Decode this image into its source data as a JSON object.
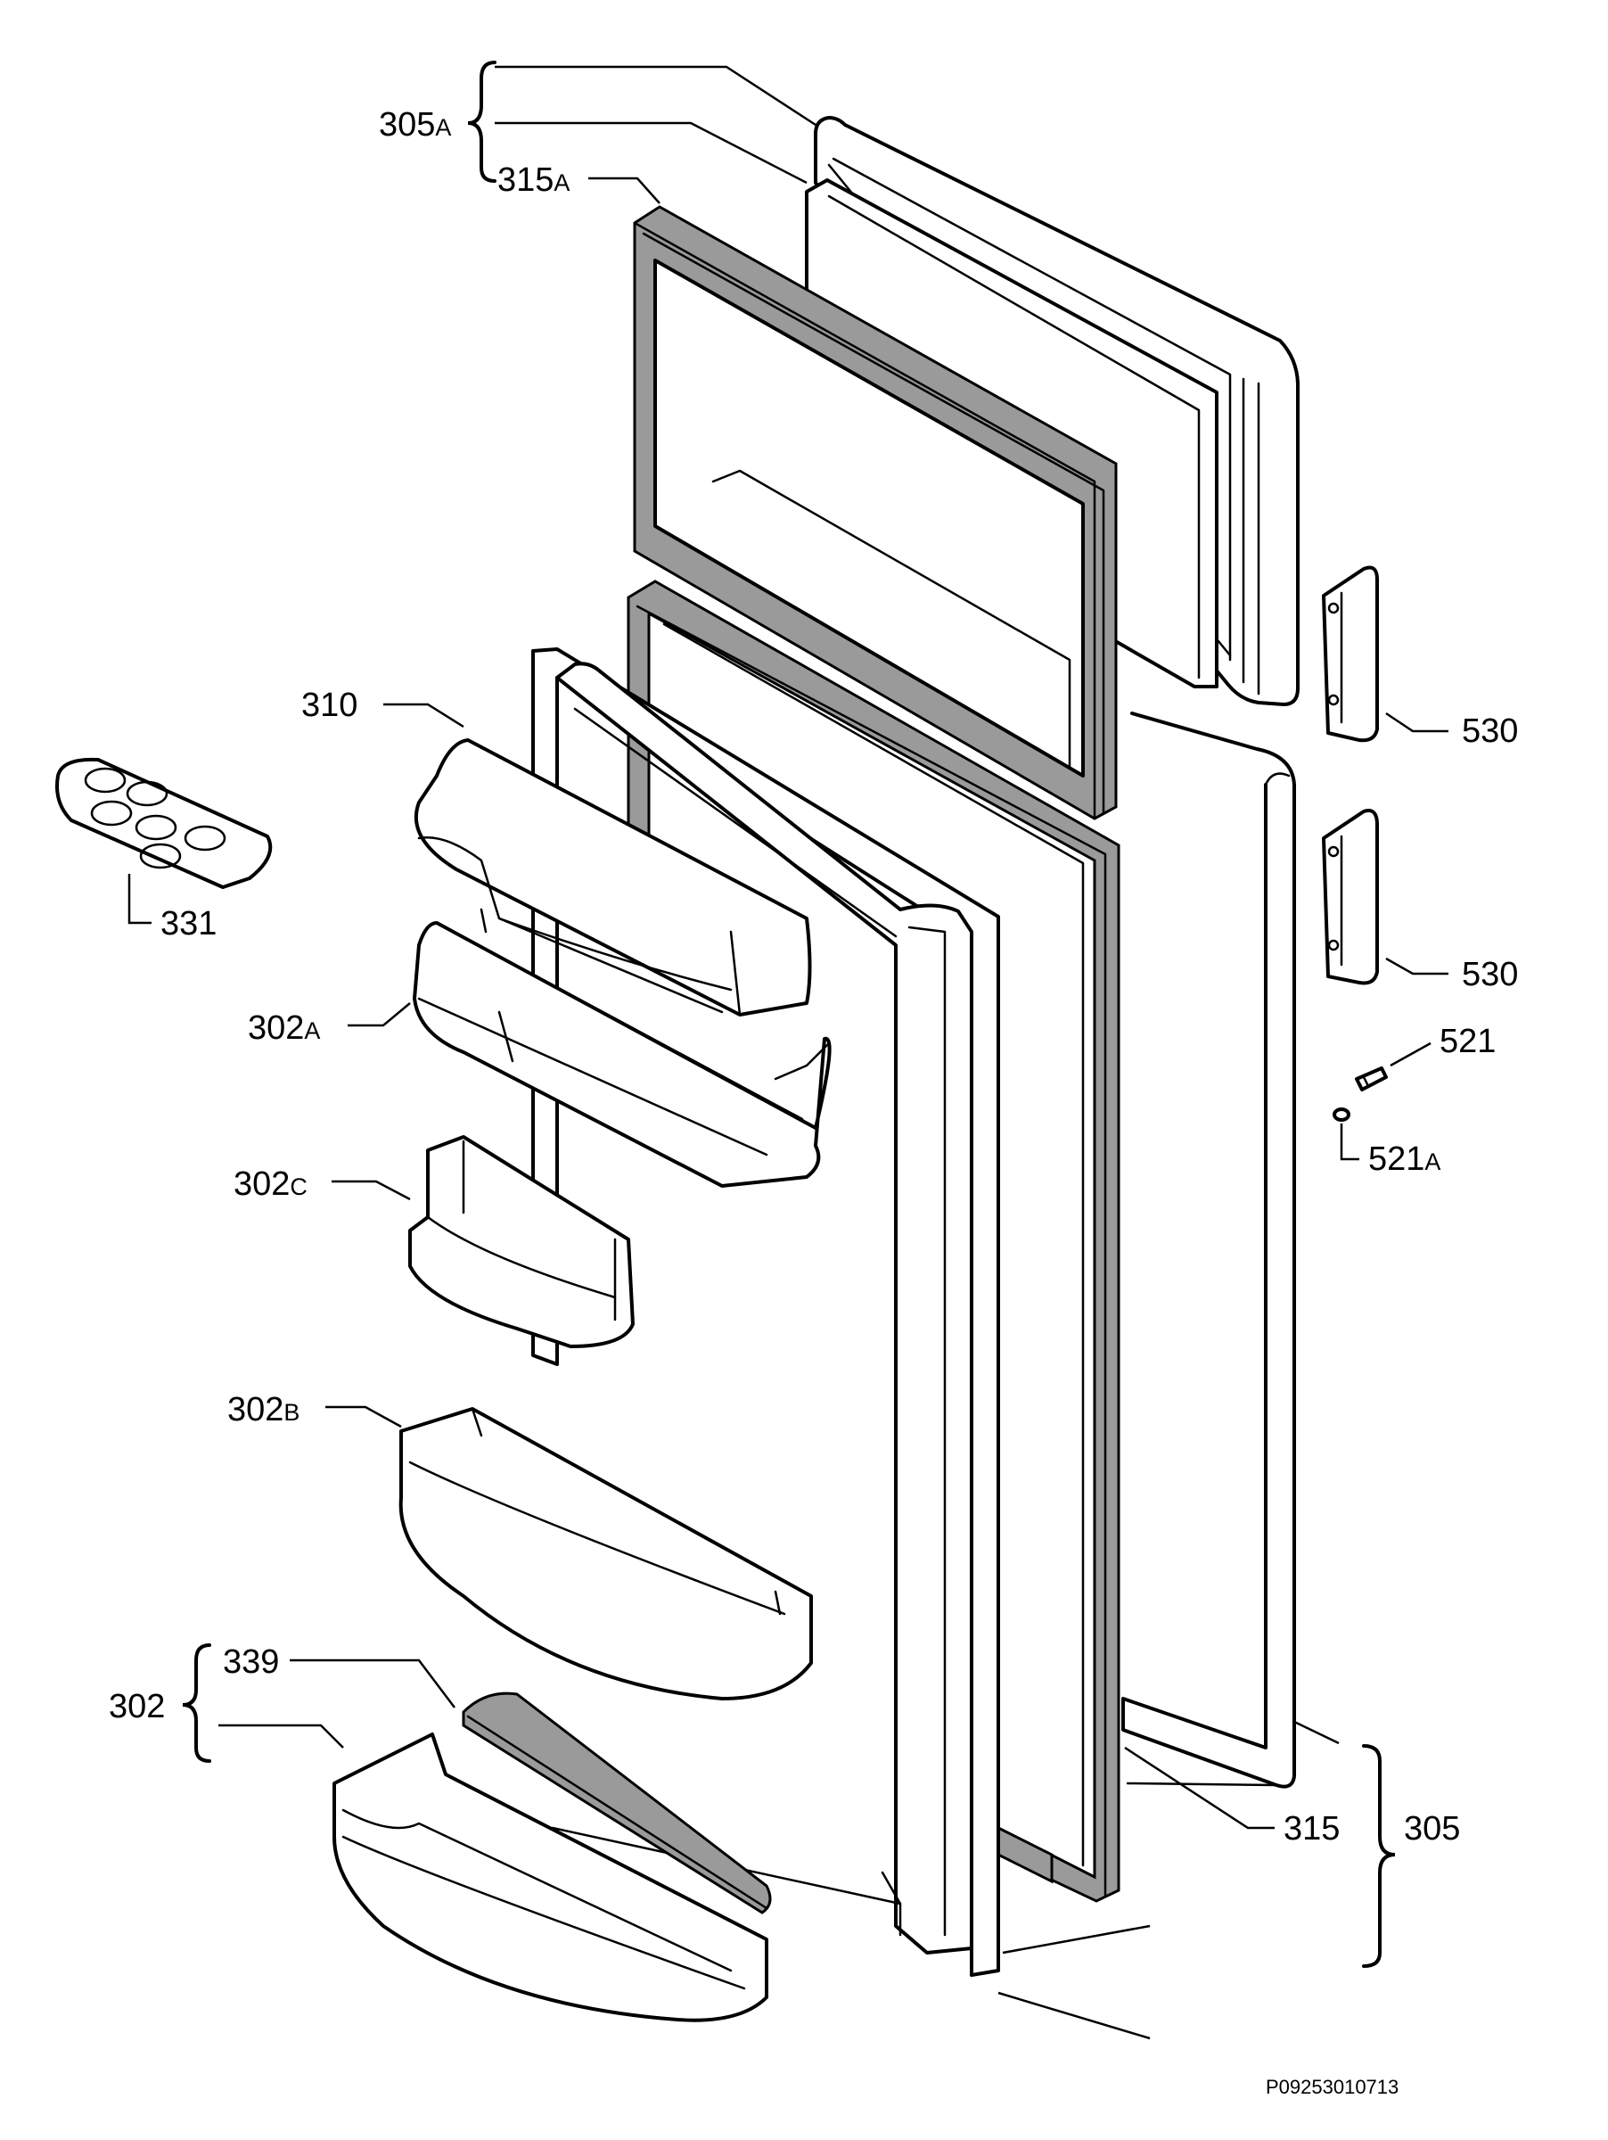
{
  "labels": {
    "l305a": {
      "num": "305",
      "suffix": "A"
    },
    "l315a": {
      "num": "315",
      "suffix": "A"
    },
    "l310": {
      "num": "310",
      "suffix": ""
    },
    "l331": {
      "num": "331",
      "suffix": ""
    },
    "l302a": {
      "num": "302",
      "suffix": "A"
    },
    "l302c": {
      "num": "302",
      "suffix": "C"
    },
    "l302b": {
      "num": "302",
      "suffix": "B"
    },
    "l339": {
      "num": "339",
      "suffix": ""
    },
    "l302": {
      "num": "302",
      "suffix": ""
    },
    "l530top": {
      "num": "530",
      "suffix": ""
    },
    "l530bot": {
      "num": "530",
      "suffix": ""
    },
    "l521": {
      "num": "521",
      "suffix": ""
    },
    "l521a": {
      "num": "521",
      "suffix": "A"
    },
    "l315": {
      "num": "315",
      "suffix": ""
    },
    "l305": {
      "num": "305",
      "suffix": ""
    }
  },
  "drawing_code": "P09253010713"
}
